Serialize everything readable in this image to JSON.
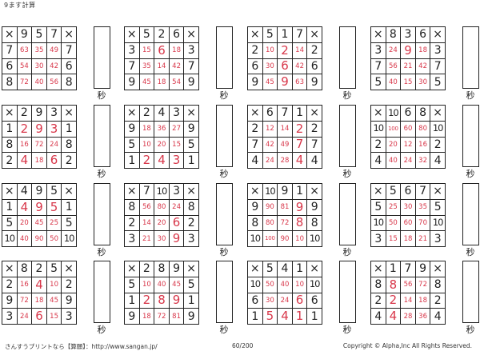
{
  "page": {
    "title": "9ます計算",
    "seconds_label": "秒",
    "operator": "×",
    "footer_left": "さんすうプリントなら【算願】：http://www.sangan.jp/",
    "page_number": "60/200",
    "copyright": "Copyright © Alpha,Inc All Rights Reserved."
  },
  "puzzles": [
    {
      "top": [
        9,
        5,
        7
      ],
      "left": [
        7,
        6,
        8
      ],
      "cells": [
        [
          63,
          35,
          49
        ],
        [
          54,
          30,
          42
        ],
        [
          72,
          40,
          56
        ]
      ]
    },
    {
      "top": [
        5,
        2,
        6
      ],
      "left": [
        3,
        7,
        9
      ],
      "cells": [
        [
          15,
          6,
          18
        ],
        [
          35,
          14,
          42
        ],
        [
          45,
          18,
          54
        ]
      ]
    },
    {
      "top": [
        5,
        1,
        7
      ],
      "left": [
        2,
        6,
        9
      ],
      "cells": [
        [
          10,
          2,
          14
        ],
        [
          30,
          6,
          42
        ],
        [
          45,
          9,
          63
        ]
      ]
    },
    {
      "top": [
        8,
        3,
        6
      ],
      "left": [
        3,
        7,
        5
      ],
      "cells": [
        [
          24,
          9,
          18
        ],
        [
          56,
          21,
          42
        ],
        [
          40,
          15,
          30
        ]
      ]
    },
    {
      "top": [
        2,
        9,
        3
      ],
      "left": [
        1,
        8,
        2
      ],
      "cells": [
        [
          2,
          9,
          3
        ],
        [
          16,
          72,
          24
        ],
        [
          4,
          18,
          6
        ]
      ]
    },
    {
      "top": [
        2,
        4,
        3
      ],
      "left": [
        9,
        5,
        1
      ],
      "cells": [
        [
          18,
          36,
          27
        ],
        [
          10,
          20,
          15
        ],
        [
          2,
          4,
          3
        ]
      ]
    },
    {
      "top": [
        6,
        7,
        1
      ],
      "left": [
        2,
        7,
        4
      ],
      "cells": [
        [
          12,
          14,
          2
        ],
        [
          42,
          49,
          7
        ],
        [
          24,
          28,
          4
        ]
      ]
    },
    {
      "top": [
        10,
        6,
        8
      ],
      "left": [
        10,
        2,
        4
      ],
      "cells": [
        [
          100,
          60,
          80
        ],
        [
          20,
          12,
          16
        ],
        [
          40,
          24,
          32
        ]
      ]
    },
    {
      "top": [
        4,
        9,
        5
      ],
      "left": [
        1,
        5,
        10
      ],
      "cells": [
        [
          4,
          9,
          5
        ],
        [
          20,
          45,
          25
        ],
        [
          40,
          90,
          50
        ]
      ]
    },
    {
      "top": [
        7,
        10,
        3
      ],
      "left": [
        8,
        2,
        3
      ],
      "cells": [
        [
          56,
          80,
          24
        ],
        [
          14,
          20,
          6
        ],
        [
          21,
          30,
          9
        ]
      ]
    },
    {
      "top": [
        10,
        9,
        1
      ],
      "left": [
        9,
        8,
        10
      ],
      "cells": [
        [
          90,
          81,
          9
        ],
        [
          80,
          72,
          8
        ],
        [
          100,
          90,
          10
        ]
      ]
    },
    {
      "top": [
        5,
        6,
        7
      ],
      "left": [
        5,
        10,
        3
      ],
      "cells": [
        [
          25,
          30,
          35
        ],
        [
          50,
          60,
          70
        ],
        [
          15,
          18,
          21
        ]
      ]
    },
    {
      "top": [
        8,
        2,
        5
      ],
      "left": [
        2,
        9,
        3
      ],
      "cells": [
        [
          16,
          4,
          10
        ],
        [
          72,
          18,
          45
        ],
        [
          24,
          6,
          15
        ]
      ]
    },
    {
      "top": [
        2,
        8,
        9
      ],
      "left": [
        5,
        1,
        9
      ],
      "cells": [
        [
          10,
          40,
          45
        ],
        [
          2,
          8,
          9
        ],
        [
          18,
          72,
          81
        ]
      ]
    },
    {
      "top": [
        5,
        4,
        1
      ],
      "left": [
        10,
        6,
        1
      ],
      "cells": [
        [
          50,
          40,
          10
        ],
        [
          30,
          24,
          6
        ],
        [
          5,
          4,
          1
        ]
      ]
    },
    {
      "top": [
        1,
        7,
        9
      ],
      "left": [
        8,
        2,
        4
      ],
      "cells": [
        [
          8,
          56,
          72
        ],
        [
          2,
          14,
          18
        ],
        [
          4,
          28,
          36
        ]
      ]
    }
  ]
}
